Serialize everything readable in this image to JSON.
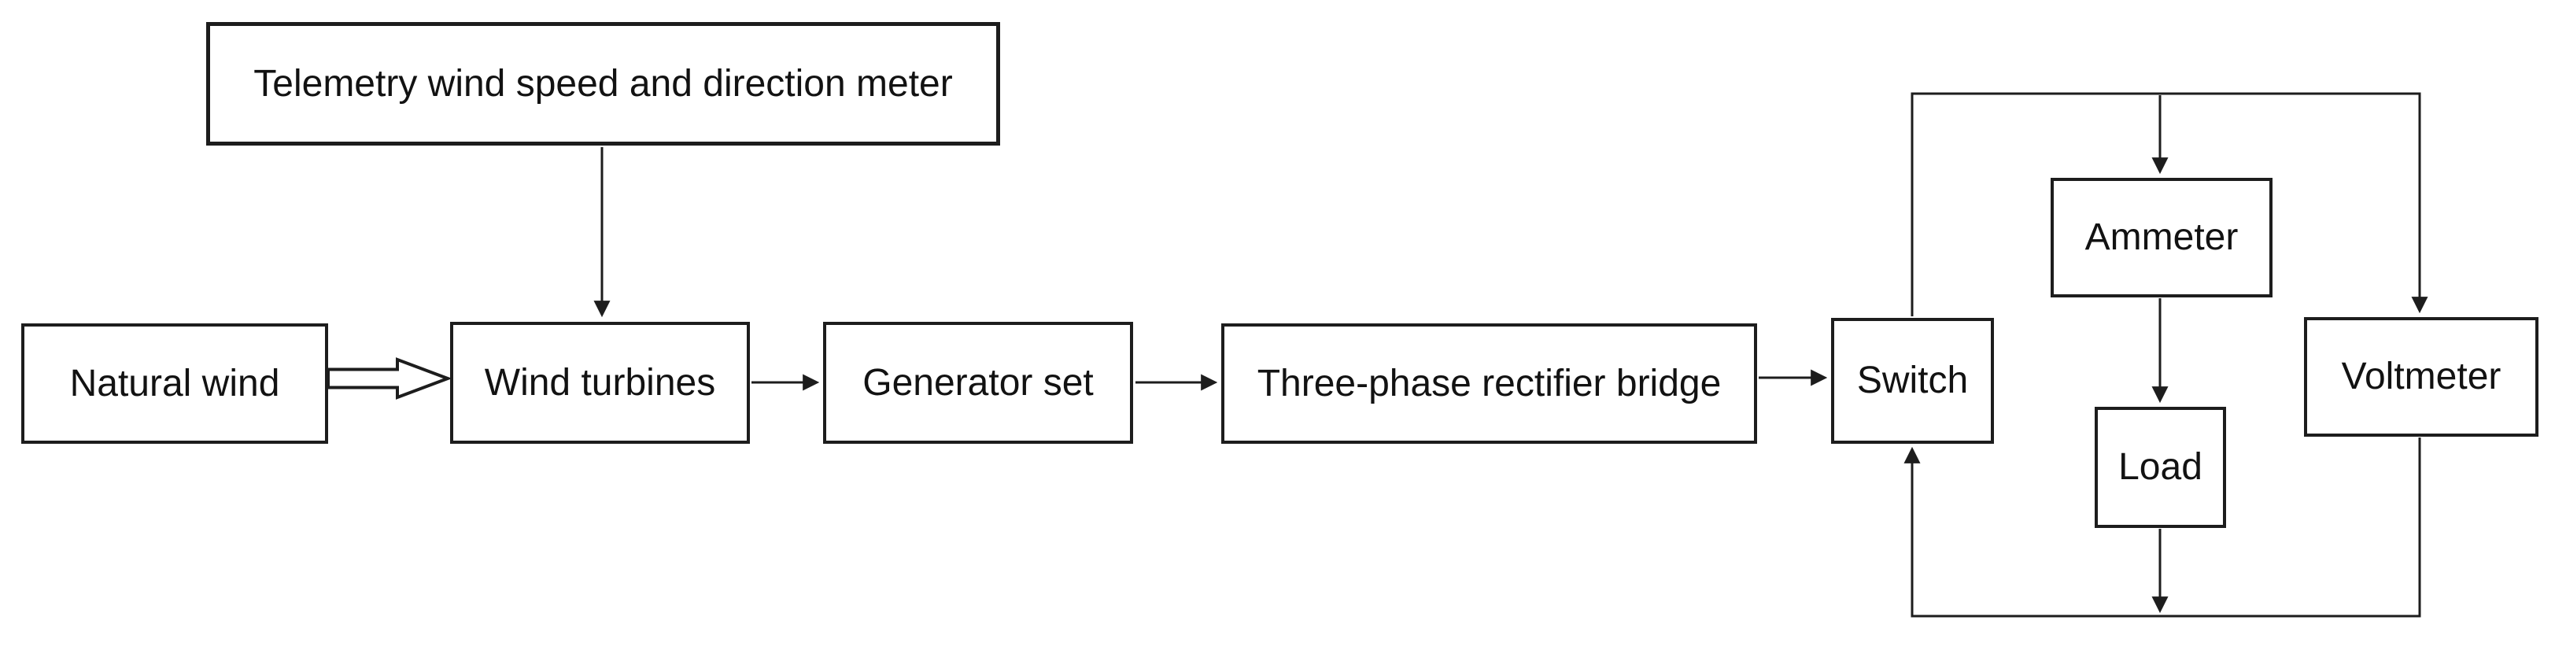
{
  "diagram": {
    "background_color": "#ffffff",
    "line_color": "#1d1d1d",
    "text_color": "#121212",
    "nodes": [
      {
        "id": "telemetry-wind-speed-meter",
        "label": "Telemetry wind speed and direction meter"
      },
      {
        "id": "natural-wind",
        "label": "Natural wind"
      },
      {
        "id": "wind-turbines",
        "label": "Wind turbines"
      },
      {
        "id": "generator-set",
        "label": "Generator set"
      },
      {
        "id": "three-phase-rectifier-bridge",
        "label": "Three-phase rectifier bridge"
      },
      {
        "id": "switch",
        "label": "Switch"
      },
      {
        "id": "ammeter",
        "label": "Ammeter"
      },
      {
        "id": "load",
        "label": "Load"
      },
      {
        "id": "voltmeter",
        "label": "Voltmeter"
      }
    ],
    "edges": [
      {
        "from": "telemetry-wind-speed-meter",
        "to": "wind-turbines",
        "type": "arrow"
      },
      {
        "from": "natural-wind",
        "to": "wind-turbines",
        "type": "block-arrow"
      },
      {
        "from": "wind-turbines",
        "to": "generator-set",
        "type": "arrow"
      },
      {
        "from": "generator-set",
        "to": "three-phase-rectifier-bridge",
        "type": "arrow"
      },
      {
        "from": "three-phase-rectifier-bridge",
        "to": "switch",
        "type": "arrow"
      },
      {
        "from": "switch",
        "to": "ammeter",
        "type": "arrow"
      },
      {
        "from": "switch",
        "to": "voltmeter",
        "type": "arrow"
      },
      {
        "from": "ammeter",
        "to": "load",
        "type": "arrow"
      },
      {
        "from": "load",
        "to": "return-bus",
        "type": "arrow"
      },
      {
        "from": "voltmeter",
        "to": "return-bus",
        "type": "line"
      },
      {
        "from": "return-bus",
        "to": "switch",
        "type": "arrow"
      }
    ]
  }
}
